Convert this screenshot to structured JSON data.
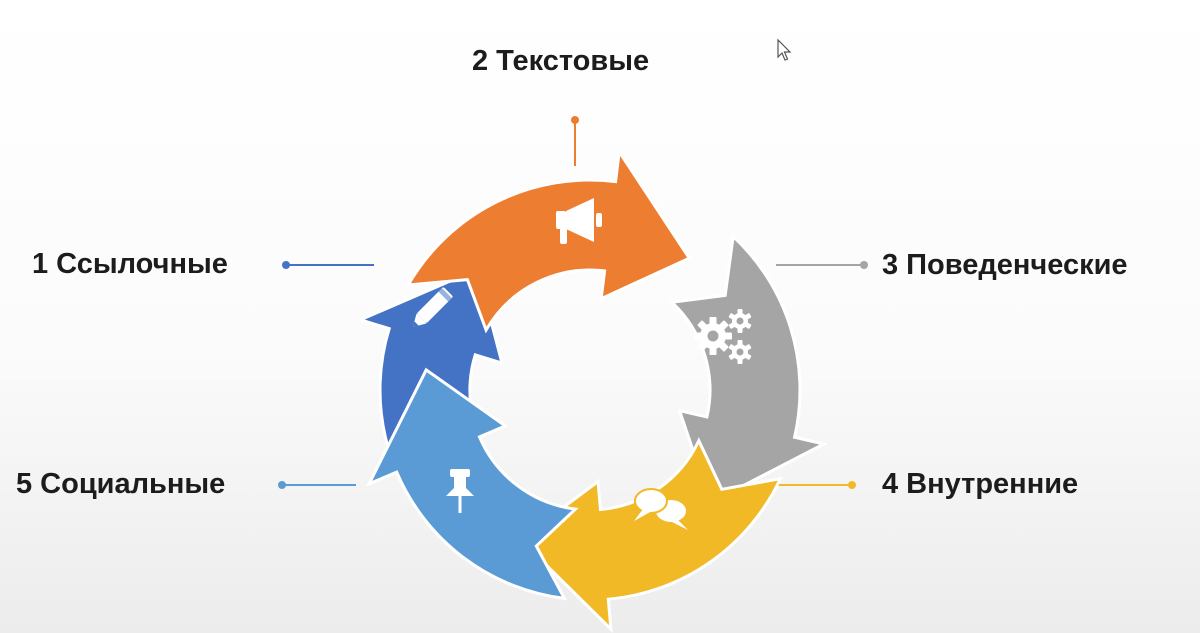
{
  "diagram": {
    "type": "cycle",
    "segments": [
      {
        "id": "seg-1",
        "label": "1 Ссылочные",
        "color": "#4472C4",
        "icon": "pencil-icon"
      },
      {
        "id": "seg-2",
        "label": "2 Текстовые",
        "color": "#ED7D31",
        "icon": "megaphone-icon"
      },
      {
        "id": "seg-3",
        "label": "3 Поведенческие",
        "color": "#A5A5A5",
        "icon": "gears-icon"
      },
      {
        "id": "seg-4",
        "label": "4 Внутренние",
        "color": "#F2B927",
        "icon": "speech-bubbles-icon"
      },
      {
        "id": "seg-5",
        "label": "5 Социальные",
        "color": "#5B9BD5",
        "icon": "pushpin-icon"
      }
    ]
  }
}
